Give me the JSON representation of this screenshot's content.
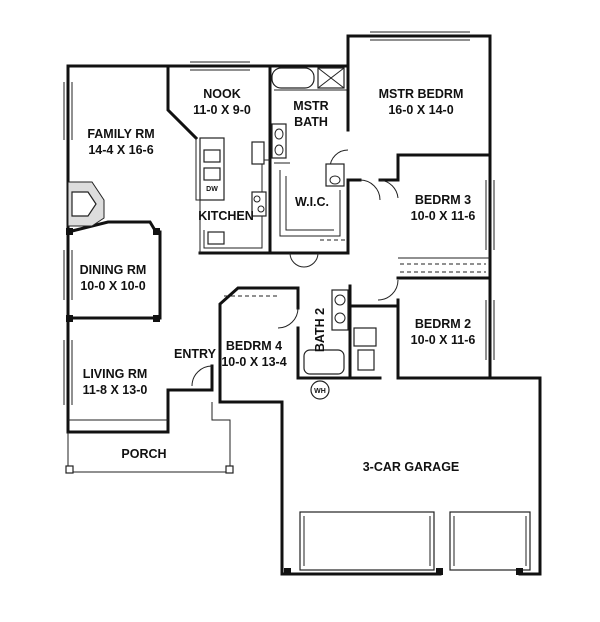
{
  "rooms": {
    "family": {
      "name": "FAMILY RM",
      "dims": "14-4 X 16-6"
    },
    "nook": {
      "name": "NOOK",
      "dims": "11-0 X 9-0"
    },
    "mstr_bath": {
      "line1": "MSTR",
      "line2": "BATH"
    },
    "mstr_bed": {
      "name": "MSTR BEDRM",
      "dims": "16-0 X 14-0"
    },
    "wic": {
      "name": "W.I.C."
    },
    "kitchen": {
      "name": "KITCHEN"
    },
    "dining": {
      "name": "DINING RM",
      "dims": "10-0 X 10-0"
    },
    "bed3": {
      "name": "BEDRM 3",
      "dims": "10-0 X 11-6"
    },
    "bath2": {
      "name": "BATH 2"
    },
    "bed4": {
      "name": "BEDRM 4",
      "dims": "10-0 X 13-4"
    },
    "bed2": {
      "name": "BEDRM 2",
      "dims": "10-0 X 11-6"
    },
    "entry": {
      "name": "ENTRY"
    },
    "living": {
      "name": "LIVING RM",
      "dims": "11-8 X 13-0"
    },
    "porch": {
      "name": "PORCH"
    },
    "garage": {
      "name": "3-CAR GARAGE"
    }
  },
  "fixtures": {
    "water_heater": "WH",
    "dishwasher": "DW"
  }
}
